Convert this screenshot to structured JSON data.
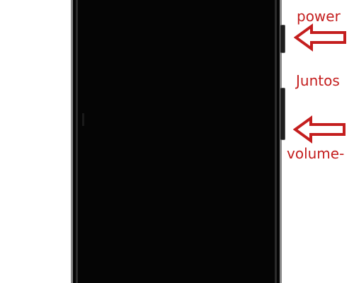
{
  "annotations": {
    "power_label": "power",
    "together_label": "Juntos",
    "volume_label": "volume-"
  },
  "colors": {
    "annotation": "#c41e1e",
    "phone_body": "#050505",
    "bezel": "#8a8a8a"
  },
  "icons": {
    "power_arrow": "left-arrow-icon",
    "volume_arrow": "left-arrow-icon"
  }
}
